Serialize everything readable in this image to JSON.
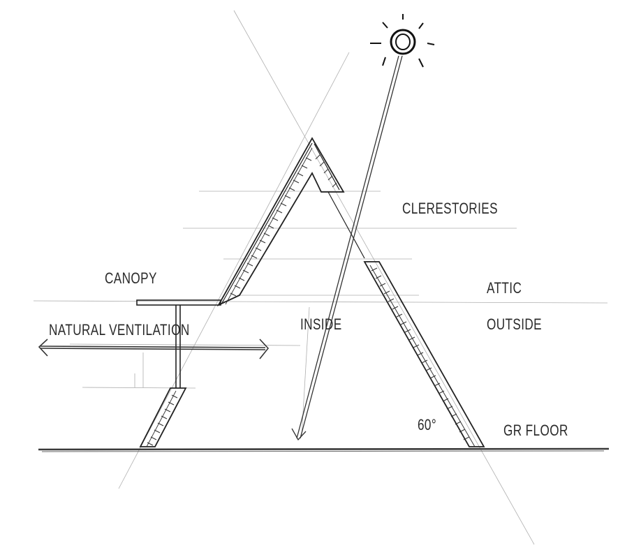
{
  "diagram": {
    "labels": {
      "clerestories": "CLERESTORIES",
      "canopy": "CANOPY",
      "attic": "ATTIC",
      "natural_ventilation": "NATURAL VENTILATION",
      "inside": "INSIDE",
      "outside": "OUTSIDE",
      "angle": "60°",
      "gr_floor": "GR FLOOR"
    }
  }
}
